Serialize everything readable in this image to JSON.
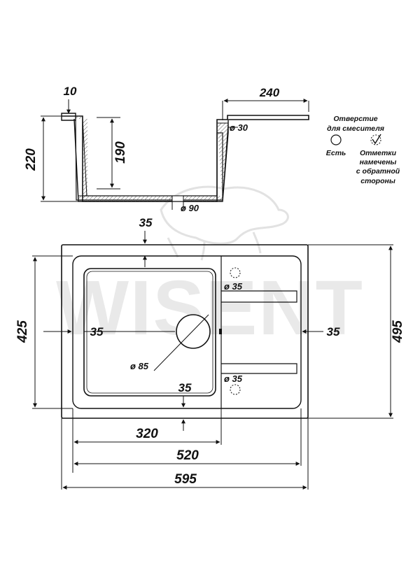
{
  "watermark": {
    "brand": "WISENT"
  },
  "side_view": {
    "dim_rim": "10",
    "dim_drainer": "240",
    "dim_height": "220",
    "dim_depth": "190",
    "dim_mixer_hole": "ø 30",
    "dim_drain": "ø 90"
  },
  "legend": {
    "title_line1": "Отверстие",
    "title_line2": "для смесителя",
    "yes_label": "Есть",
    "marked_line1": "Отметки",
    "marked_line2": "намечены",
    "marked_line3": "с обратной",
    "marked_line4": "стороны"
  },
  "top_view": {
    "dim_top_margin": "35",
    "dim_left_margin": "35",
    "dim_right_margin": "35",
    "dim_bottom_margin": "35",
    "dim_hole_upper": "ø 35",
    "dim_hole_lower": "ø 35",
    "dim_drain": "ø 85",
    "dim_bowl_height": "425",
    "dim_total_height": "495",
    "dim_bowl_width": "320",
    "dim_inner_width": "520",
    "dim_total_width": "595"
  }
}
